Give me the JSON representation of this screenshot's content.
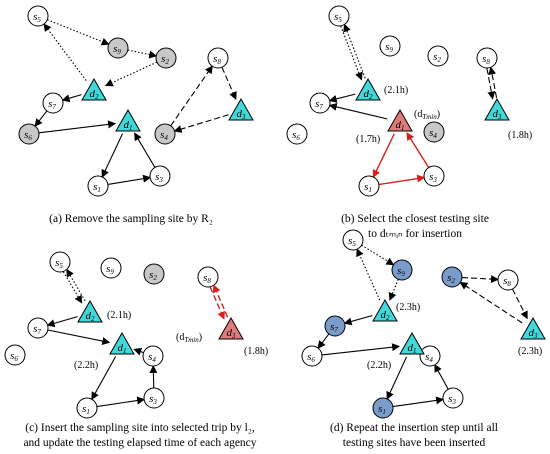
{
  "colors": {
    "teal": "#40d8d8",
    "red_tri": "#e07b7b",
    "gray": "#c8c8c8",
    "blue": "#7a9ccc",
    "red_line": "#d62020",
    "black": "#000000"
  },
  "panels": [
    {
      "id": "a",
      "caption_lines": [
        "(a) Remove the sampling site by R₂"
      ],
      "sites": [
        {
          "label": "s",
          "sub": "5",
          "fill": "white"
        },
        {
          "label": "s",
          "sub": "9",
          "fill": "gray"
        },
        {
          "label": "s",
          "sub": "2",
          "fill": "gray"
        },
        {
          "label": "s",
          "sub": "8",
          "fill": "white"
        },
        {
          "label": "s",
          "sub": "7",
          "fill": "white"
        },
        {
          "label": "s",
          "sub": "6",
          "fill": "gray"
        },
        {
          "label": "s",
          "sub": "4",
          "fill": "gray"
        },
        {
          "label": "s",
          "sub": "1",
          "fill": "white"
        },
        {
          "label": "s",
          "sub": "3",
          "fill": "white"
        }
      ],
      "depots": [
        {
          "label": "d",
          "sub": "2",
          "fill": "teal"
        },
        {
          "label": "d",
          "sub": "1",
          "fill": "teal"
        },
        {
          "label": "d",
          "sub": "3",
          "fill": "teal"
        }
      ]
    },
    {
      "id": "b",
      "caption_lines": [
        "(b) Select the closest testing site",
        "to dₜₘᵢₙ for insertion"
      ],
      "annotations": [
        "(2.1h)",
        "(1.7h)",
        "(1.8h)",
        "(d",
        "Tmin",
        ")"
      ]
    },
    {
      "id": "c",
      "caption_lines": [
        "(c) Insert the sampling site into selected trip by l₂,",
        "and update the testing elapsed time of each agency"
      ],
      "annotations": [
        "(2.1h)",
        "(2.2h)",
        "(1.8h)",
        "(d",
        "Tmin",
        ")"
      ]
    },
    {
      "id": "d",
      "caption_lines": [
        "(d) Repeat the insertion step until all",
        "testing sites have been inserted"
      ],
      "annotations": [
        "(2.3h)",
        "(2.2h)",
        "(2.3h)"
      ]
    }
  ]
}
